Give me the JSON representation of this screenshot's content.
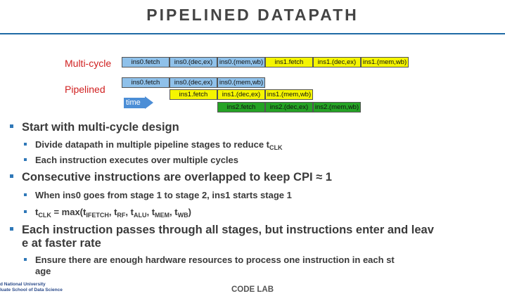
{
  "title": "PIPELINED DATAPATH",
  "diagram": {
    "multicycle_label": "Multi-cycle",
    "pipelined_label": "Pipelined",
    "time_label": "time",
    "multicycle_row": [
      "ins0.fetch",
      "ins0.(dec,ex)",
      "ins0.(mem,wb)",
      "ins1.fetch",
      "ins1.(dec,ex)",
      "ins1.(mem,wb)"
    ],
    "pipe_row0": [
      "ins0.fetch",
      "ins0.(dec,ex)",
      "ins0.(mem,wb)"
    ],
    "pipe_row1": [
      "ins1.fetch",
      "ins1.(dec,ex)",
      "ins1.(mem,wb)"
    ],
    "pipe_row2": [
      "ins2.fetch",
      "ins2.(dec,ex)",
      "ins2.(mem,wb)"
    ],
    "colors": {
      "ins0": "#8fc1ea",
      "ins1": "#f5f500",
      "ins2": "#25a325"
    }
  },
  "bullets": {
    "b1": "Start with multi-cycle design",
    "b1_1": "Divide datapath in multiple pipeline stages to reduce t",
    "b1_1_sub": "CLK",
    "b1_2": "Each instruction executes over multiple cycles",
    "b2": "Consecutive instructions are overlapped to keep CPI ≈ 1",
    "b2_1": "When ins0 goes from stage 1 to stage 2, ins1 starts stage 1",
    "b2_2": {
      "t": "t",
      "clk": "CLK",
      "eq": " = max(t",
      "ifetch": "IFETCH",
      "c1": ", t",
      "rf": "RF",
      "c2": ", t",
      "alu": "ALU",
      "c3": ", t",
      "mem": "MEM",
      "c4": ", t",
      "wb": "WB",
      "end": ")"
    },
    "b3_line1": "Each instruction passes through all stages, but instructions enter and leav",
    "b3_line2": "e at faster rate",
    "b3_1_line1": "Ensure there are enough hardware resources to process one instruction in each st",
    "b3_1_line2": "age"
  },
  "footer": {
    "left_line1": "d National University",
    "left_line2": "luate School of Data Science",
    "center": "CODE LAB"
  }
}
